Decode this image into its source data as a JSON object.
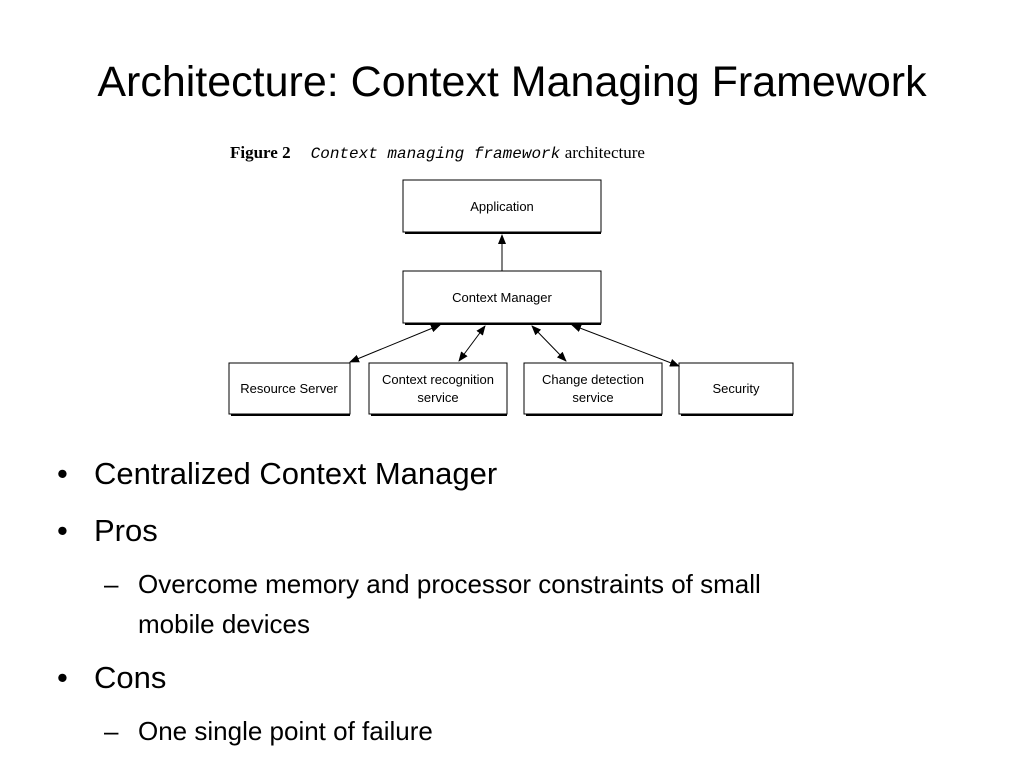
{
  "slide": {
    "title": "Architecture: Context Managing Framework"
  },
  "figure": {
    "label": "Figure 2",
    "caption_italic": "Context managing framework",
    "caption_rest": "architecture",
    "boxes": {
      "application": "Application",
      "context_manager": "Context Manager",
      "resource_server": "Resource Server",
      "context_recognition_line1": "Context recognition",
      "context_recognition_line2": "service",
      "change_detection_line1": "Change detection",
      "change_detection_line2": "service",
      "security": "Security"
    }
  },
  "bullets": [
    {
      "level": 1,
      "text": "Centralized Context Manager"
    },
    {
      "level": 1,
      "text": "Pros"
    },
    {
      "level": 2,
      "text": "Overcome memory and processor constraints of small mobile devices"
    },
    {
      "level": 1,
      "text": "Cons"
    },
    {
      "level": 2,
      "text": "One single point of failure"
    }
  ],
  "markers": {
    "level1": "•",
    "level2": "–"
  }
}
